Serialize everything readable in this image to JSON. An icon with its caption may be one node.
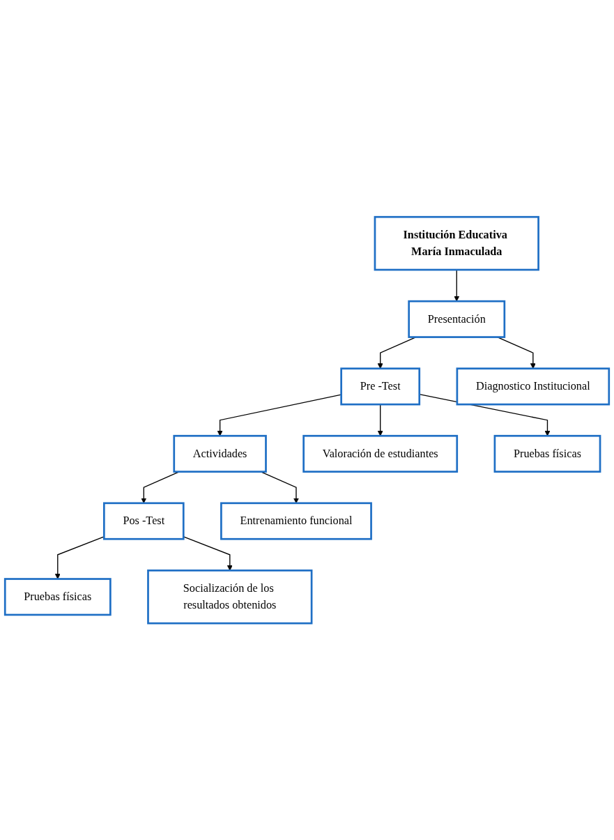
{
  "diagram": {
    "nodes": [
      {
        "text": [
          "Institución Educativa María Inmaculada"
        ]
      },
      {
        "text": [
          "Presentación"
        ]
      },
      {
        "text": [
          "Diagnostico Institucional"
        ]
      },
      {
        "text": [
          "Pre -Test"
        ]
      },
      {
        "text": [
          "Valoración de estudiantes"
        ]
      },
      {
        "text": [
          "Pruebas físicas"
        ]
      },
      {
        "text": [
          "Actividades"
        ]
      },
      {
        "text": [
          "Entrenamiento funcional"
        ]
      },
      {
        "text": [
          "Pos -Test"
        ]
      },
      {
        "text": [
          "Pruebas físicas"
        ]
      },
      {
        "text": [
          "Socialización de los resultados obtenidos"
        ]
      }
    ],
    "edges": [
      {
        "from": 0,
        "to": 1,
        "arrow": "to"
      },
      {
        "from": 1,
        "to": 2,
        "arrow": "to"
      },
      {
        "from": 1,
        "to": 3,
        "arrow": "to"
      },
      {
        "from": 3,
        "to": 4,
        "arrow": "to"
      },
      {
        "from": 3,
        "to": 5,
        "arrow": "to"
      },
      {
        "from": 3,
        "to": 6,
        "arrow": "to"
      },
      {
        "from": 6,
        "to": 7,
        "arrow": "to"
      },
      {
        "from": 6,
        "to": 8,
        "arrow": "to"
      },
      {
        "from": 8,
        "to": 9,
        "arrow": "to"
      },
      {
        "from": 8,
        "to": 10,
        "arrow": "to"
      }
    ]
  }
}
